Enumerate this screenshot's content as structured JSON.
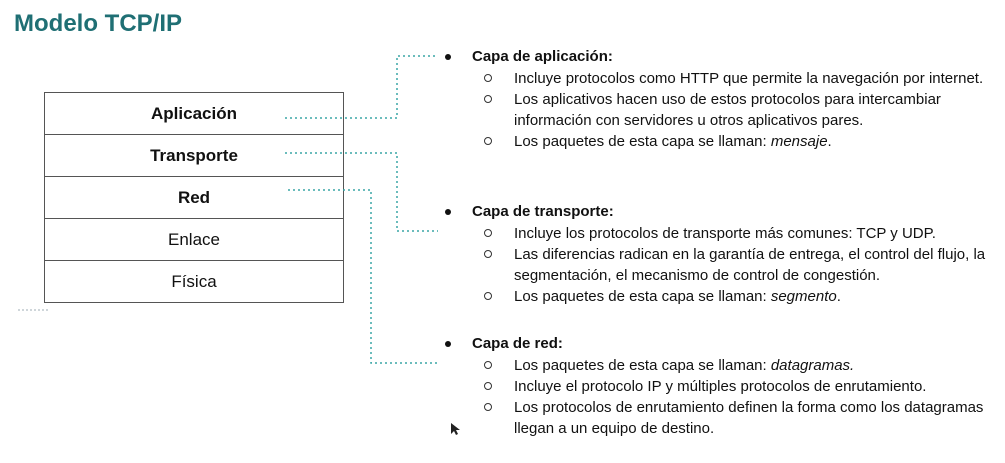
{
  "title": "Modelo TCP/IP",
  "layers": [
    {
      "label": "Aplicación",
      "bold": true
    },
    {
      "label": "Transporte",
      "bold": true
    },
    {
      "label": "Red",
      "bold": true
    },
    {
      "label": "Enlace",
      "bold": false
    },
    {
      "label": "Física",
      "bold": false
    }
  ],
  "sections": [
    {
      "heading": "Capa de aplicación:",
      "items": [
        {
          "text": "Incluye protocolos como HTTP que permite la navegación por internet."
        },
        {
          "text": "Los aplicativos hacen uso de estos protocolos para intercambiar información con servidores u otros aplicativos pares."
        },
        {
          "text": "Los paquetes de esta capa se llaman: ",
          "em": "mensaje",
          "after": "."
        }
      ]
    },
    {
      "heading": "Capa de transporte:",
      "items": [
        {
          "text": "Incluye los protocolos de transporte más comunes: TCP y UDP."
        },
        {
          "text": "Las diferencias radican en la garantía de entrega, el control del flujo, la segmentación, el mecanismo de control de congestión."
        },
        {
          "text": "Los paquetes de esta capa se llaman: ",
          "em": "segmento",
          "after": "."
        }
      ]
    },
    {
      "heading": "Capa de red:",
      "items": [
        {
          "text": "Los paquetes de esta capa se llaman: ",
          "em": "datagramas.",
          "after": ""
        },
        {
          "text": "Incluye el protocolo IP y múltiples protocolos de enrutamiento."
        },
        {
          "text": "Los protocolos de enrutamiento definen la forma como los datagramas llegan a un equipo de destino."
        }
      ]
    }
  ],
  "connector_color": "#3aa6a6"
}
